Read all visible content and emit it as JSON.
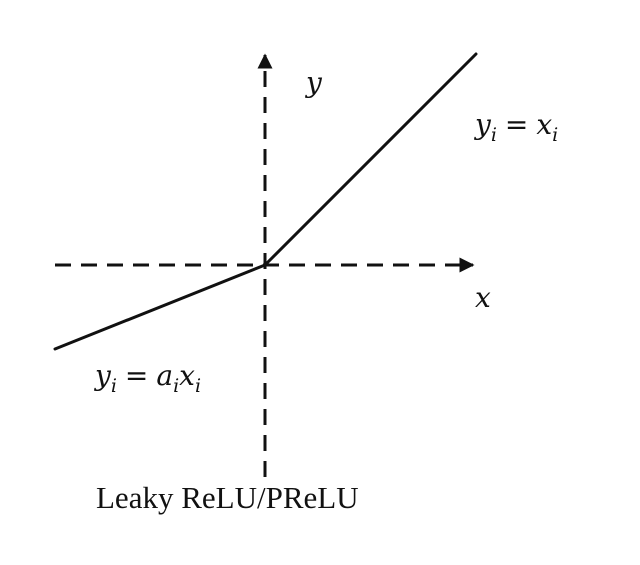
{
  "diagram": {
    "caption": "Leaky ReLU/PReLU",
    "axis_labels": {
      "x": "x",
      "y": "y"
    },
    "equations": {
      "positive_branch": {
        "lhs_var": "y",
        "lhs_sub": "i",
        "equals": "=",
        "rhs_var": "x",
        "rhs_sub": "i"
      },
      "negative_branch": {
        "lhs_var": "y",
        "lhs_sub": "i",
        "equals": "=",
        "coef_var": "a",
        "coef_sub": "i",
        "rhs_var": "x",
        "rhs_sub": "i"
      }
    },
    "colors": {
      "ink": "#111111",
      "background": "#ffffff"
    }
  }
}
